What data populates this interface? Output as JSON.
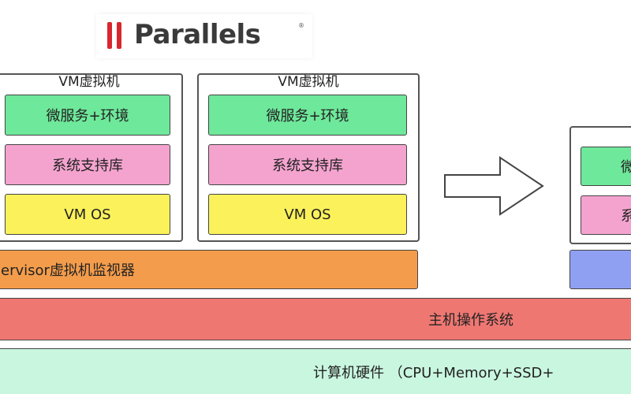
{
  "logo": {
    "text": "Parallels",
    "mark": "®",
    "icon": "parallels-double-bar-icon"
  },
  "vms": [
    {
      "title": "VM虚拟机",
      "layers": [
        "微服务+环境",
        "系统支持库",
        "VM OS"
      ]
    },
    {
      "title": "VM虚拟机",
      "layers": [
        "微服务+环境",
        "系统支持库",
        "VM OS"
      ]
    }
  ],
  "right_partial": {
    "layers": [
      "微",
      "系"
    ]
  },
  "hypervisor": {
    "label": "ervisor虚拟机监视器"
  },
  "host_os": {
    "label": "主机操作系统"
  },
  "hardware": {
    "label": "计算机硬件 （CPU+Memory+SSD+"
  },
  "arrow": {
    "icon": "right-arrow-icon"
  },
  "colors": {
    "microservice": "#6ee89a",
    "library": "#f4a3cf",
    "os": "#fbf15a",
    "hypervisor": "#f39c4b",
    "host_os": "#ef7772",
    "hardware": "#c9f6df",
    "docker_engine": "#8fa0f2"
  }
}
